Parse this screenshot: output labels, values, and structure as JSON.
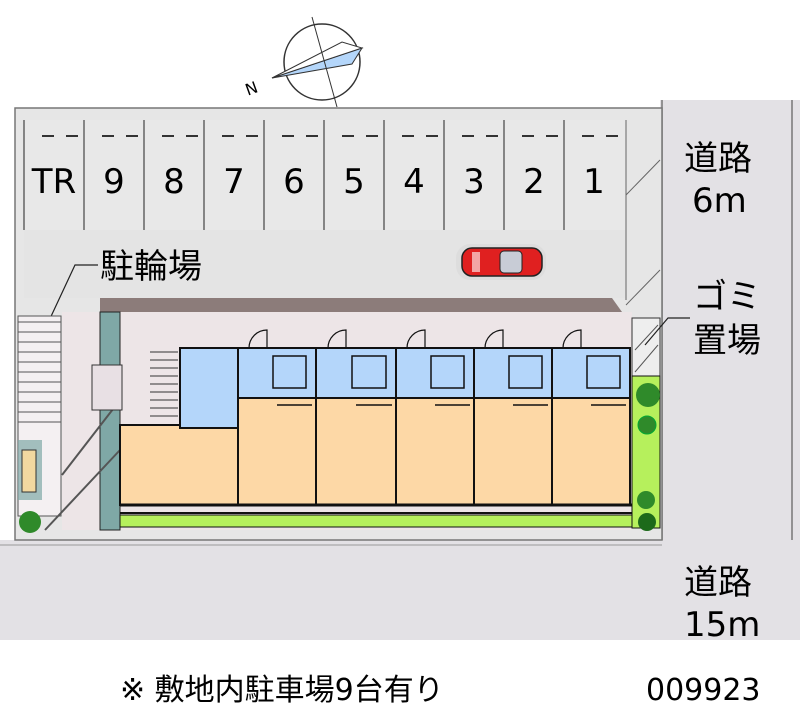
{
  "compass": {
    "north_label": "N"
  },
  "parking": {
    "stalls": [
      "TR",
      "9",
      "8",
      "7",
      "6",
      "5",
      "4",
      "3",
      "2",
      "1"
    ]
  },
  "labels": {
    "bicycle_parking": "駐輪場",
    "garbage_line1": "ゴミ",
    "garbage_line2": "置場",
    "road_top_name": "道路",
    "road_top_width": "6m",
    "road_bottom_name": "道路",
    "road_bottom_width": "15m"
  },
  "footer": {
    "note": "※ 敷地内駐車場9台有り",
    "code": "009923"
  },
  "colors": {
    "site": "#e6e6e6",
    "road": "#e3e1e5",
    "building": "#ede5e7",
    "wet_area": "#b4d6fa",
    "room": "#fdd8a6",
    "greenery": "#b6f05c",
    "car": "#e02020",
    "roof_band": "#8c7c7a",
    "stair": "#7fa8a6"
  }
}
